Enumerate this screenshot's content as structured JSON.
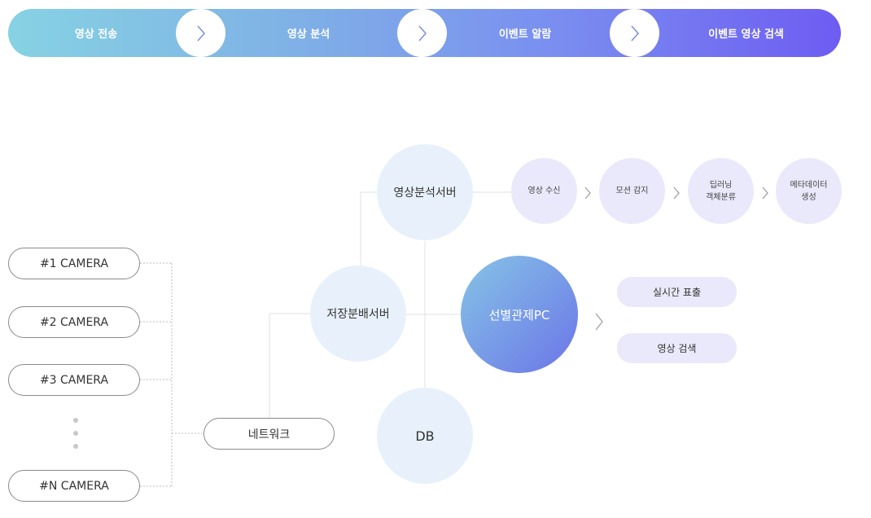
{
  "process_bar": {
    "steps": [
      "영상 전송",
      "영상 분석",
      "이벤트 알람",
      "이벤트 영상 검색"
    ]
  },
  "cameras": [
    "#1 CAMERA",
    "#2 CAMERA",
    "#3 CAMERA",
    "#N CAMERA"
  ],
  "network": "네트워크",
  "servers": {
    "storage": "저장분배서버",
    "analysis": "영상분석서버",
    "db": "DB",
    "pc": "선별관제PC"
  },
  "analysis_steps": [
    "영상 수신",
    "모션 감지",
    "딥러닝\n객체분류",
    "메타데이터\n생성"
  ],
  "pc_outputs": [
    "실시간 표출",
    "영상 검색"
  ],
  "colors": {
    "bar_start": "#86d2e3",
    "bar_end": "#6e5cf2",
    "circle_light": "#e8f1fb",
    "circle_violet": "#e9e9fb"
  }
}
